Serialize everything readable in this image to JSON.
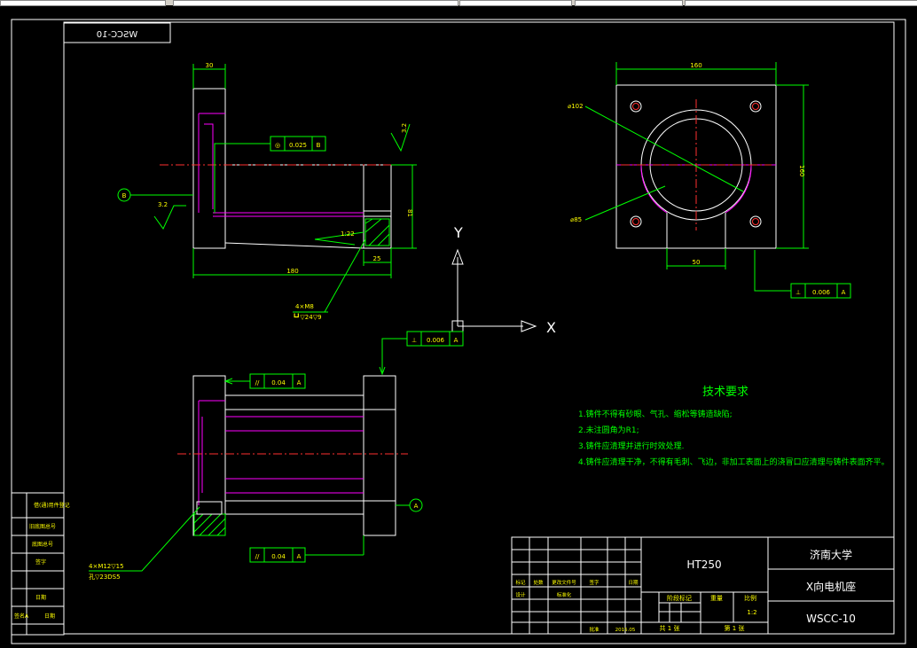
{
  "drawing_code_mirrored": "WSCC-10",
  "views": {
    "side": {
      "dim_top": "30",
      "dim_length": "180",
      "dim_height": "81",
      "dim_right": "25",
      "taper": "1:22",
      "roughness_left": "3.2",
      "roughness_right": "3.2",
      "datum": "B",
      "coaxiality_symbol": "◎",
      "coaxiality_value": "0.025",
      "coaxiality_ref": "B",
      "hole_note_1": "4×M8",
      "hole_note_2": "┗┛▽24▽9"
    },
    "top_right": {
      "dim_width": "160",
      "dim_height": "160",
      "dim_dia_outer": "⌀102",
      "dim_dia_inner": "⌀85",
      "dim_bottom": "50",
      "perp_symbol": "⊥",
      "perp_value": "0.006",
      "perp_ref": "A"
    },
    "center_perp": {
      "symbol": "⊥",
      "value": "0.006",
      "ref": "A"
    },
    "bottom": {
      "parallel_symbol": "//",
      "parallel_top_value": "0.04",
      "parallel_top_ref": "A",
      "parallel_bottom_value": "0.04",
      "parallel_bottom_ref": "A",
      "datum": "A",
      "hole_note_1": "4×M12▽15",
      "hole_note_2": "孔▽23DS5"
    }
  },
  "axes": {
    "x_label": "X",
    "y_label": "Y"
  },
  "tech": {
    "title": "技术要求",
    "items": [
      "1.铸件不得有砂眼、气孔、缩松等铸造缺陷;",
      "2.未注圆角为R1;",
      "3.铸件应清理并进行时效处理.",
      "4.铸件应清理干净，不得有毛刺、飞边，非加工表面上的浇冒口应清理与铸件表面齐平。"
    ]
  },
  "left_table": [
    "借(通)用件登记",
    "旧底图总号",
    "底图总号",
    "签字",
    "日期",
    "签名A",
    "日期"
  ],
  "title_block": {
    "material": "HT250",
    "school": "济南大学",
    "part_name": "X向电机座",
    "code": "WSCC-10",
    "scale": "1:2",
    "stage_label": "阶段标记",
    "weight_label": "重量",
    "scale_label": "比例",
    "sheets_total": "共 1 张",
    "sheet_no": "第 1 张",
    "headers": [
      "标记",
      "处数",
      "更改文件号",
      "签字",
      "日期"
    ],
    "role_1": "设计",
    "role_2": "标准化",
    "approve": "批准",
    "date": "2015.05"
  }
}
